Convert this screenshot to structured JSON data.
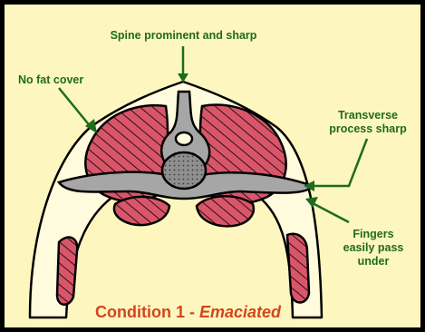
{
  "diagram": {
    "labels": {
      "spine": "Spine prominent and sharp",
      "fat_cover": "No fat cover",
      "transverse_line1": "Transverse",
      "transverse_line2": "process sharp",
      "fingers_line1": "Fingers",
      "fingers_line2": "easily pass",
      "fingers_line3": "under"
    },
    "caption": {
      "prefix": "Condition 1 - ",
      "condition": "Emaciated"
    }
  },
  "colors": {
    "border": "#000000",
    "background": "#fdf6bf",
    "label_text": "#1f6b1f",
    "arrow": "#1f6b1f",
    "caption": "#d2461c",
    "muscle": "#d9566a",
    "bone": "#a6a6a6",
    "skin_fill": "#fffbdc"
  }
}
